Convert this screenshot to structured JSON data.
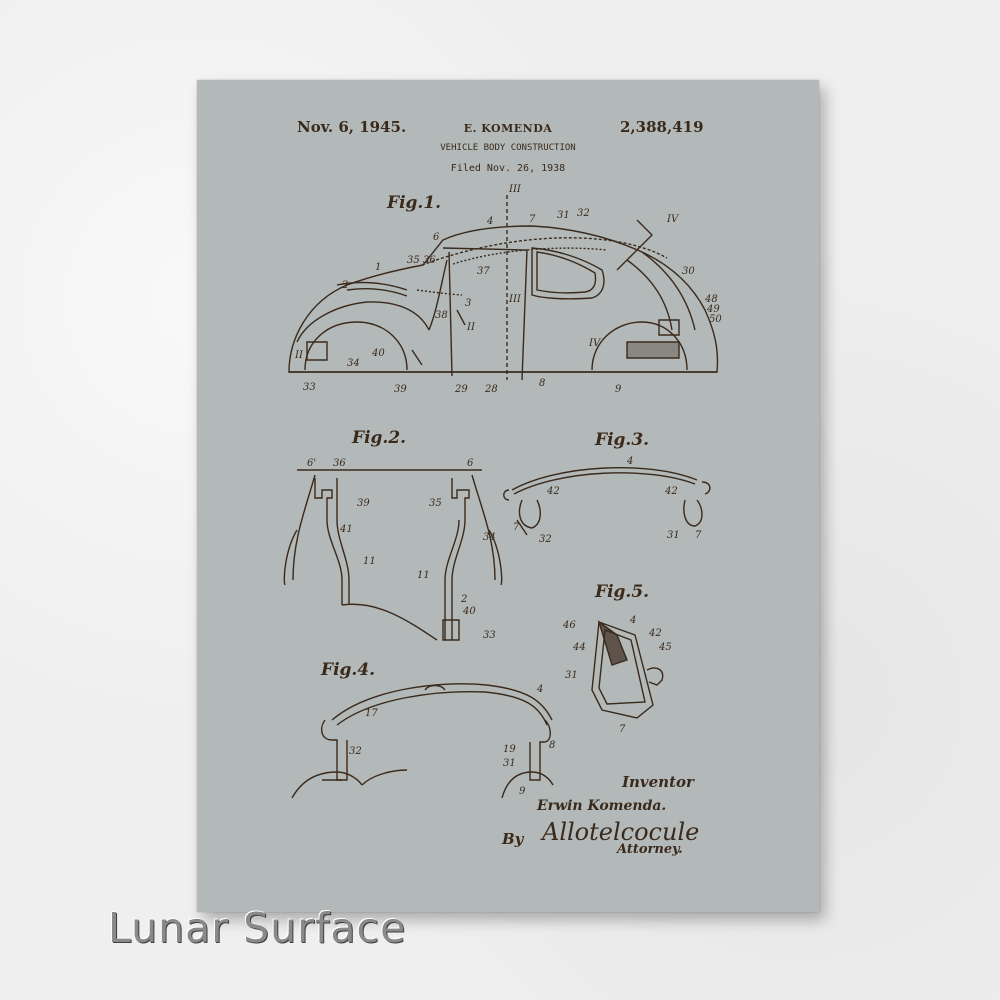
{
  "patent": {
    "date": "Nov. 6, 1945.",
    "inventor_header": "E. KOMENDA",
    "number": "2,388,419",
    "title": "VEHICLE BODY CONSTRUCTION",
    "filed": "Filed Nov. 26, 1938"
  },
  "figures": {
    "fig1": "Fig.1.",
    "fig2": "Fig.2.",
    "fig3": "Fig.3.",
    "fig4": "Fig.4.",
    "fig5": "Fig.5."
  },
  "fig1_numbers": [
    "III",
    "4",
    "7",
    "31",
    "32",
    "IV",
    "6",
    "1",
    "35",
    "36",
    "37",
    "30",
    "2",
    "3",
    "48",
    "49",
    "50",
    "38",
    "II",
    "IV",
    "II",
    "40",
    "34",
    "33",
    "39",
    "29",
    "28",
    "8",
    "9",
    "III"
  ],
  "fig2_numbers": [
    "6'",
    "36",
    "6",
    "39",
    "35",
    "41",
    "34",
    "11",
    "11",
    "2",
    "40",
    "33"
  ],
  "fig3_numbers": [
    "4",
    "42",
    "42",
    "7",
    "32",
    "31",
    "7"
  ],
  "fig4_numbers": [
    "4",
    "17",
    "32",
    "8",
    "19",
    "31",
    "9"
  ],
  "fig5_numbers": [
    "46",
    "4",
    "42",
    "44",
    "45",
    "31",
    "7"
  ],
  "signature": {
    "inventor_label": "Inventor",
    "inventor_name": "Erwin Komenda.",
    "by": "By",
    "attorney_sig": "Allotelcocule",
    "attorney_label": "Attorney."
  },
  "product": {
    "color_name": "Lunar Surface",
    "paper_color": "#b3b9b8",
    "ink_color": "#3a2a1c"
  }
}
